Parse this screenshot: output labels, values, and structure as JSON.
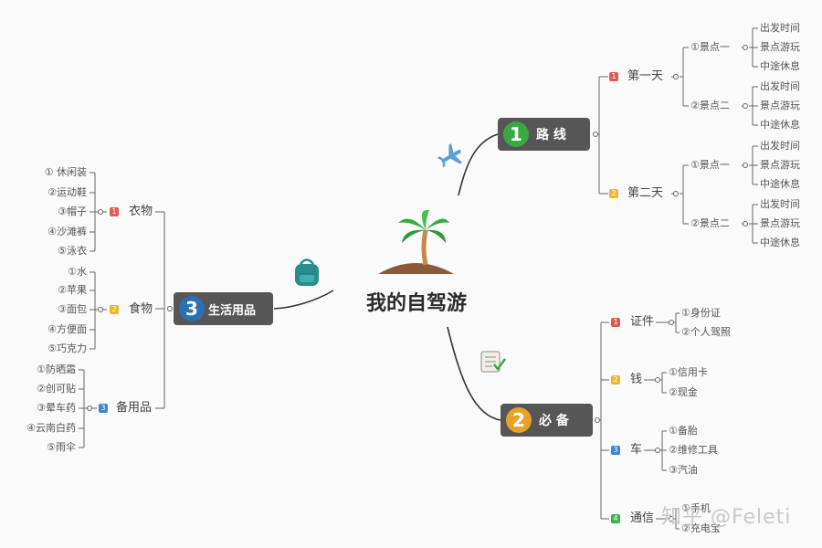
{
  "center": {
    "title": "我的自驾游"
  },
  "branches": {
    "route": {
      "num": "1",
      "label": "路 线",
      "color": "#3aa843"
    },
    "must": {
      "num": "2",
      "label": "必 备",
      "color": "#e9a227"
    },
    "daily": {
      "num": "3",
      "label": "生活用品",
      "color": "#2d6fb3"
    }
  },
  "route": {
    "day1": {
      "badge": "1",
      "label": "第一天",
      "spots": [
        {
          "label": "①景点一",
          "items": [
            "出发时间",
            "景点游玩",
            "中途休息"
          ]
        },
        {
          "label": "②景点二",
          "items": [
            "出发时间",
            "景点游玩",
            "中途休息"
          ]
        }
      ]
    },
    "day2": {
      "badge": "2",
      "label": "第二天",
      "spots": [
        {
          "label": "①景点一",
          "items": [
            "出发时间",
            "景点游玩",
            "中途休息"
          ]
        },
        {
          "label": "②景点二",
          "items": [
            "出发时间",
            "景点游玩",
            "中途休息"
          ]
        }
      ]
    }
  },
  "must": {
    "cert": {
      "badge": "1",
      "label": "证件",
      "items": [
        "①身份证",
        "②个人驾照"
      ]
    },
    "money": {
      "badge": "2",
      "label": "钱",
      "items": [
        "①信用卡",
        "②现金"
      ]
    },
    "car": {
      "badge": "3",
      "label": "车",
      "items": [
        "①备胎",
        "②维修工具",
        "③汽油"
      ]
    },
    "comm": {
      "badge": "4",
      "label": "通信",
      "items": [
        "①手机",
        "②充电宝"
      ]
    }
  },
  "daily": {
    "clothes": {
      "badge": "1",
      "label": "衣物",
      "items": [
        "① 休闲装",
        "②运动鞋",
        "③帽子",
        "④沙滩裤",
        "⑤泳衣"
      ]
    },
    "food": {
      "badge": "2",
      "label": "食物",
      "items": [
        "①水",
        "②苹果",
        "③面包",
        "④方便面",
        "⑤巧克力"
      ]
    },
    "spare": {
      "badge": "3",
      "label": "备用品",
      "items": [
        "①防晒霜",
        "②创可贴",
        "③晕车药",
        "④云南白药",
        "⑤雨伞"
      ]
    }
  },
  "watermark": "知乎 @Feleti",
  "colors": {
    "badge1": "#e05a55",
    "badge2": "#efb72d",
    "badge3": "#3b87d6",
    "badge4": "#3cb44a",
    "node": "#565656"
  },
  "icons": [
    "palm-tree-icon",
    "airplane-icon",
    "checklist-icon",
    "backpack-icon"
  ]
}
